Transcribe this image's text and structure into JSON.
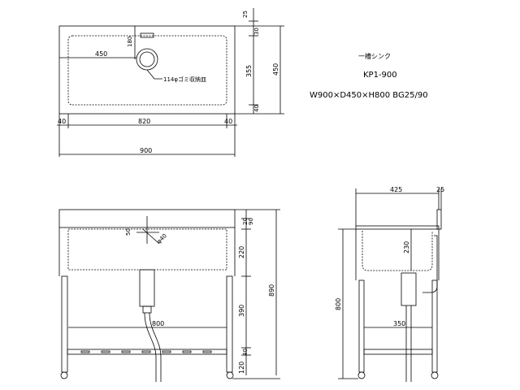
{
  "title_block": {
    "product_type": "一槽シンク",
    "model": "KP1-900",
    "spec": "W900×D450×H800 BG25/90"
  },
  "top_view": {
    "bg_depth": "25",
    "rim_front_top": "30",
    "bowl_depth": "355",
    "rim_front_bottom": "40",
    "overall_depth": "450",
    "drain_offset_y": "180",
    "drain_offset_x": "450",
    "drain_note": "114φゴミ収納皿",
    "left_rim": "40",
    "bowl_width": "820",
    "right_rim": "40",
    "overall_width": "900"
  },
  "front_view": {
    "top_thickness": "20",
    "top_gap": "90",
    "bowl_height": "220",
    "leg_upper": "390",
    "shelf_height": "40",
    "leg_lower": "120",
    "total_height": "890",
    "drain_offset": "50",
    "drain_diameter": "φ40",
    "inner_span": "800"
  },
  "side_view": {
    "depth_to_bg": "425",
    "bg_thickness": "25",
    "bowl_height": "230",
    "height": "800",
    "inner_depth": "350"
  },
  "colors": {
    "line": "#000000",
    "background": "#ffffff"
  }
}
